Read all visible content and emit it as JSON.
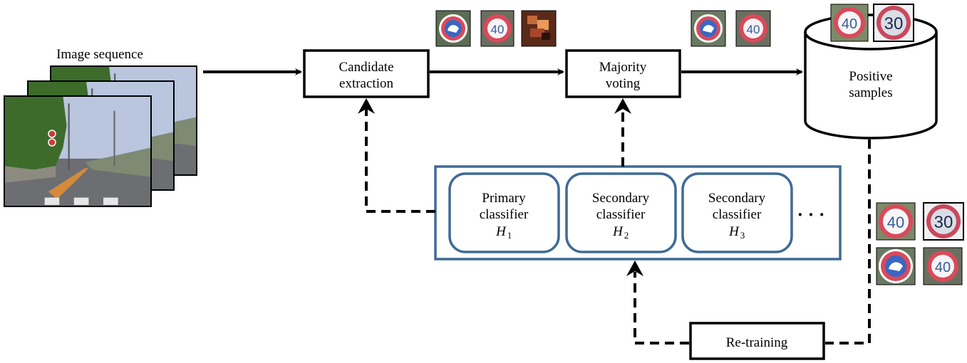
{
  "input": {
    "label": "Image sequence"
  },
  "nodes": {
    "candidate_extraction": {
      "line1": "Candidate",
      "line2": "extraction"
    },
    "majority_voting": {
      "line1": "Majority",
      "line2": "voting"
    },
    "positive_samples": {
      "line1": "Positive",
      "line2": "samples"
    },
    "retraining": {
      "label": "Re-training"
    }
  },
  "classifiers": [
    {
      "line1": "Primary",
      "line2": "classifier",
      "symbol": "H",
      "subscript": "1"
    },
    {
      "line1": "Secondary",
      "line2": "classifier",
      "symbol": "H",
      "subscript": "2"
    },
    {
      "line1": "Secondary",
      "line2": "classifier",
      "symbol": "H",
      "subscript": "3"
    }
  ],
  "ellipsis": "· · ·",
  "sign_labels": {
    "forty": "40",
    "thirty": "30"
  }
}
